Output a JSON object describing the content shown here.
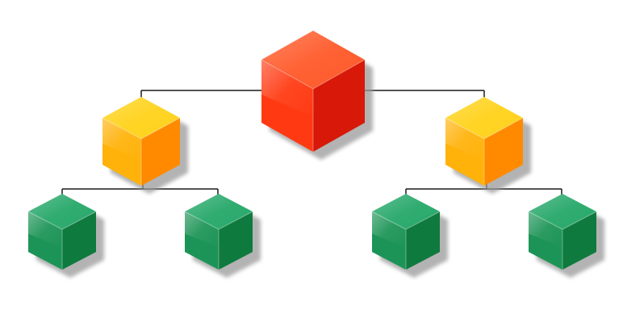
{
  "diagram": {
    "type": "hierarchy",
    "levels": 3,
    "connector_color": "#1a1a1a",
    "shadow_color": "#9a9a9a",
    "nodes": [
      {
        "id": "root",
        "level": 0,
        "color": "red"
      },
      {
        "id": "mid-left",
        "level": 1,
        "color": "orange",
        "parent": "root"
      },
      {
        "id": "mid-right",
        "level": 1,
        "color": "orange",
        "parent": "root"
      },
      {
        "id": "leaf-1",
        "level": 2,
        "color": "green",
        "parent": "mid-left"
      },
      {
        "id": "leaf-2",
        "level": 2,
        "color": "green",
        "parent": "mid-left"
      },
      {
        "id": "leaf-3",
        "level": 2,
        "color": "green",
        "parent": "mid-right"
      },
      {
        "id": "leaf-4",
        "level": 2,
        "color": "green",
        "parent": "mid-right"
      }
    ],
    "palette": {
      "red": {
        "top": "#ff5a2a",
        "left": "#ff3a12",
        "right": "#d81808"
      },
      "orange": {
        "top": "#ffd21a",
        "left": "#ffb20a",
        "right": "#ff8a00"
      },
      "green": {
        "top": "#27a86a",
        "left": "#1d9457",
        "right": "#0f7a3e"
      }
    }
  }
}
